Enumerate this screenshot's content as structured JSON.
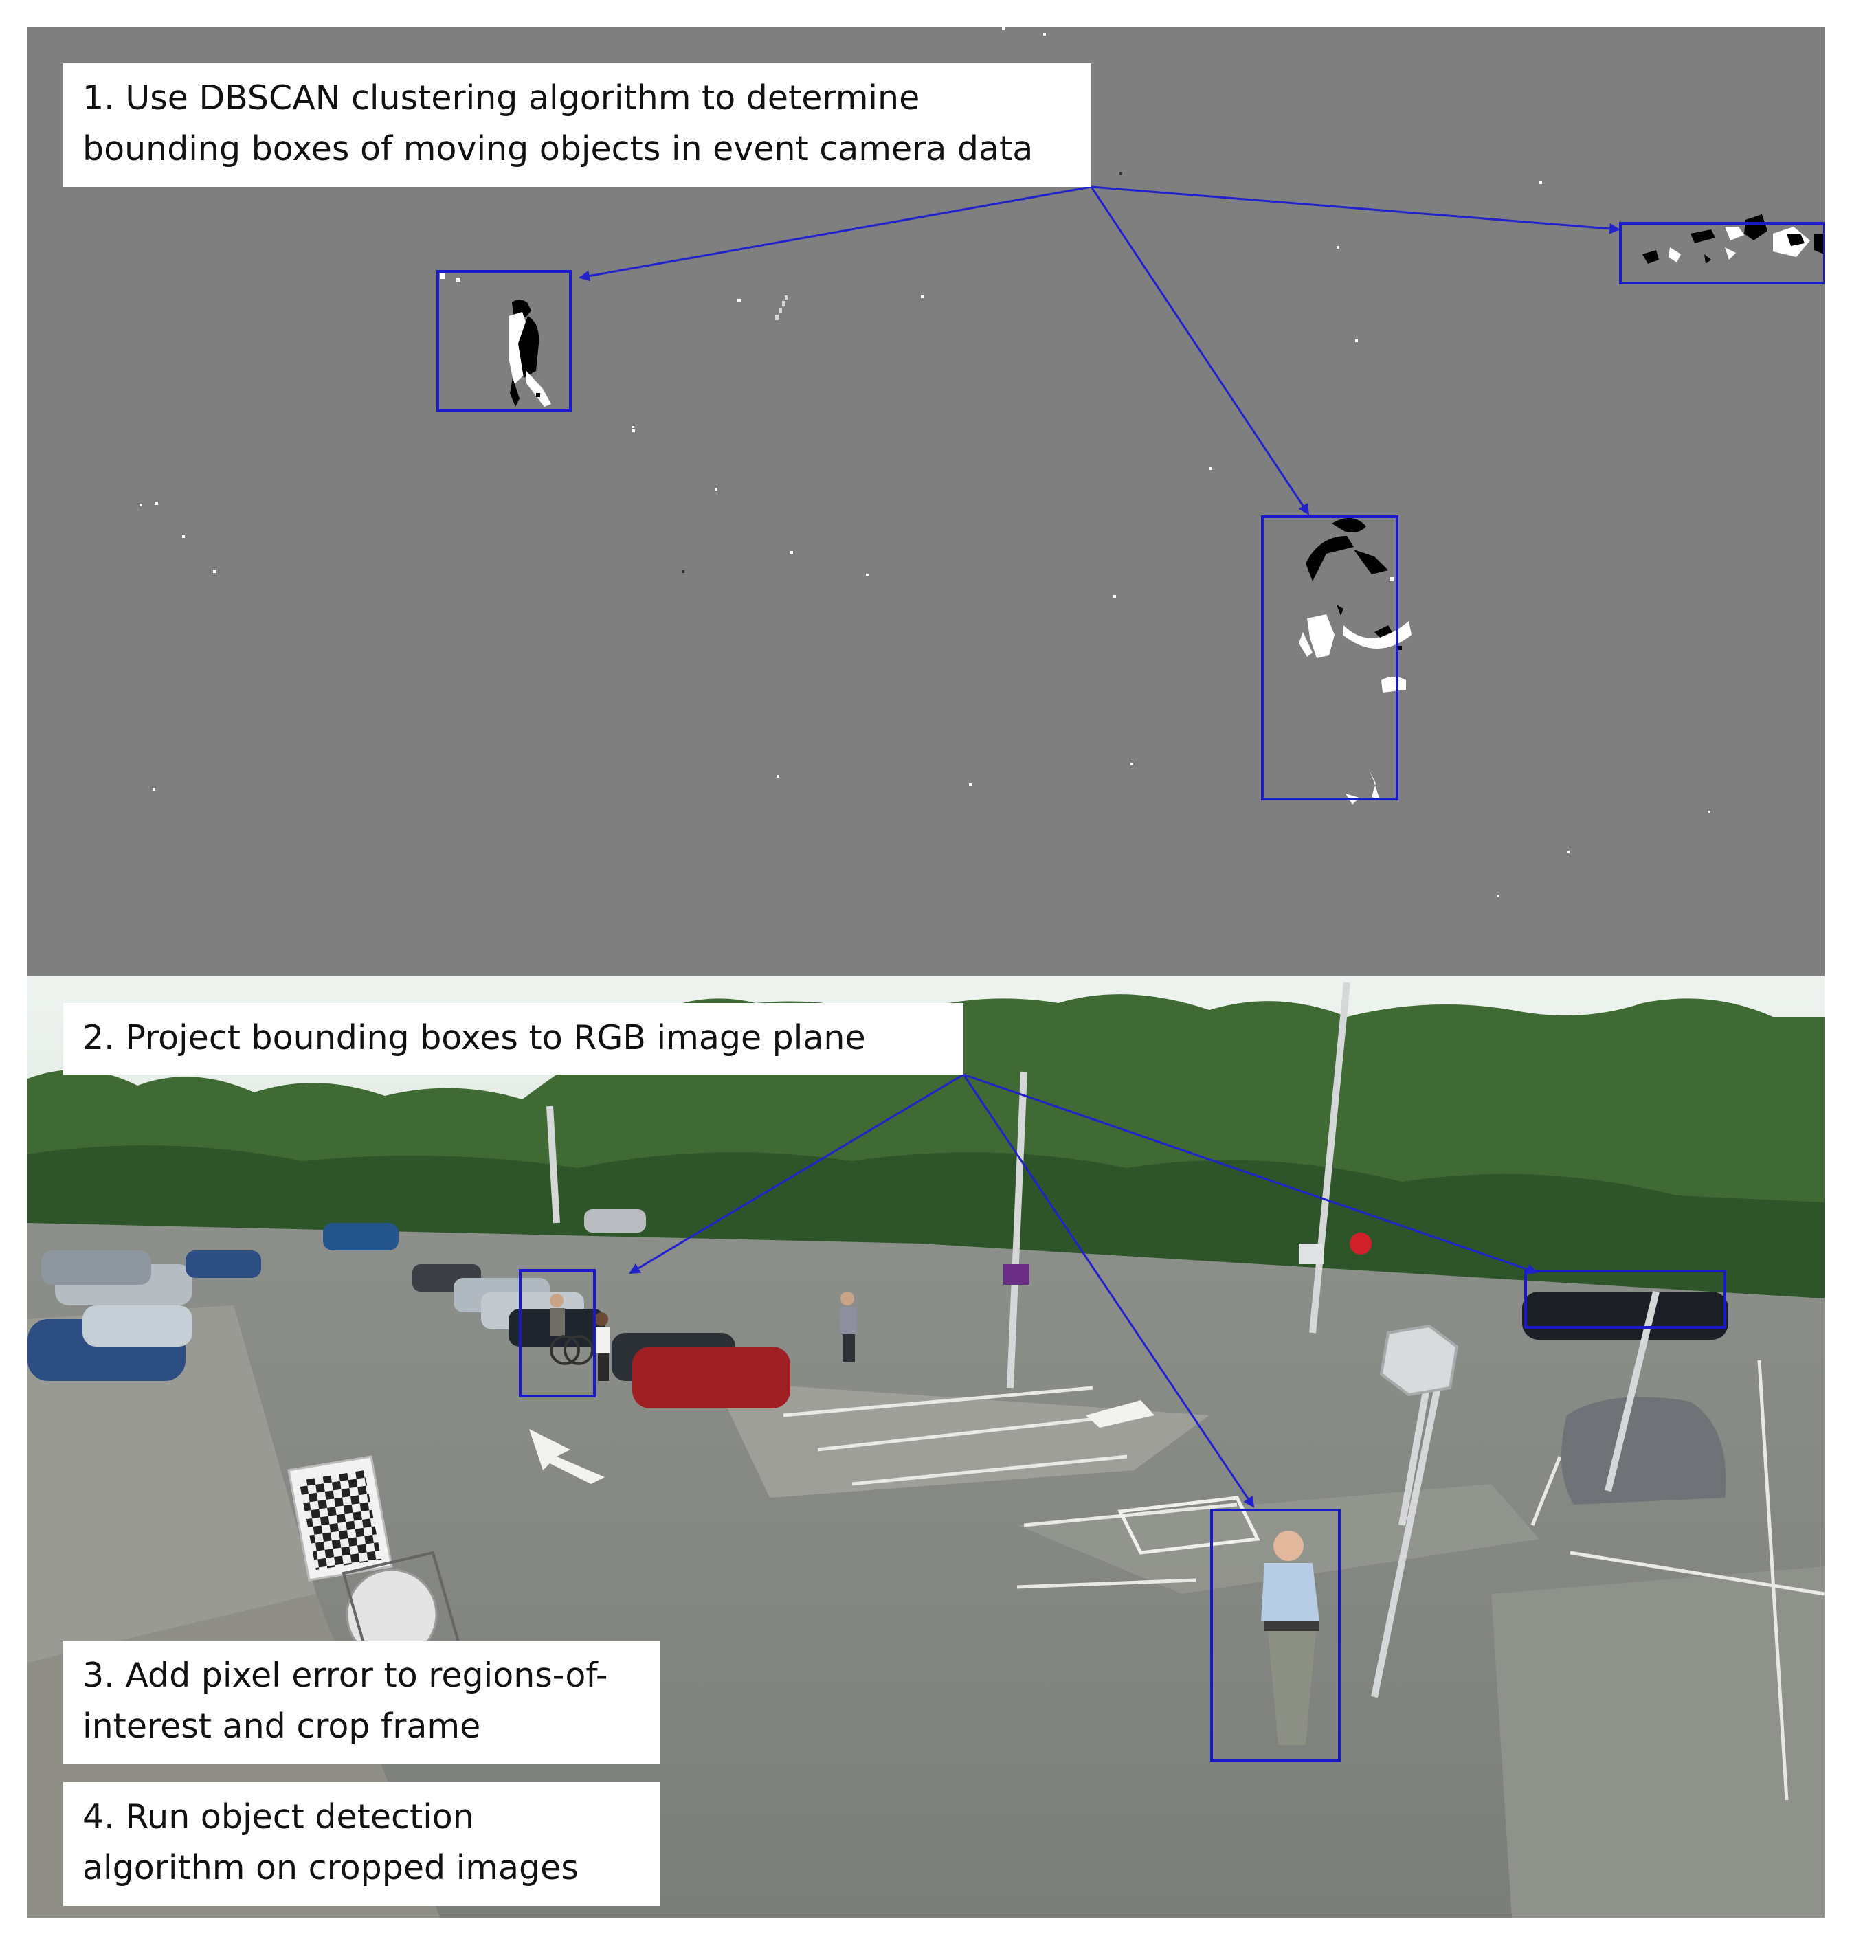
{
  "captions": {
    "step1": "1. Use DBSCAN clustering algorithm to determine\nbounding boxes of moving objects in event camera data",
    "step2": "2. Project bounding boxes to RGB image plane",
    "step3": "3. Add pixel error to regions-of-\ninterest and crop frame",
    "step4": "4. Run object detection\nalgorithm on cropped images"
  },
  "panels": {
    "event_camera": {
      "background": "#7f7f7f",
      "bounding_boxes": 3
    },
    "rgb_camera": {
      "bounding_boxes": 3
    }
  },
  "colors": {
    "box": "#1a1acc",
    "arrow": "#2222cc",
    "caption_bg": "#ffffff",
    "caption_text": "#111111"
  }
}
